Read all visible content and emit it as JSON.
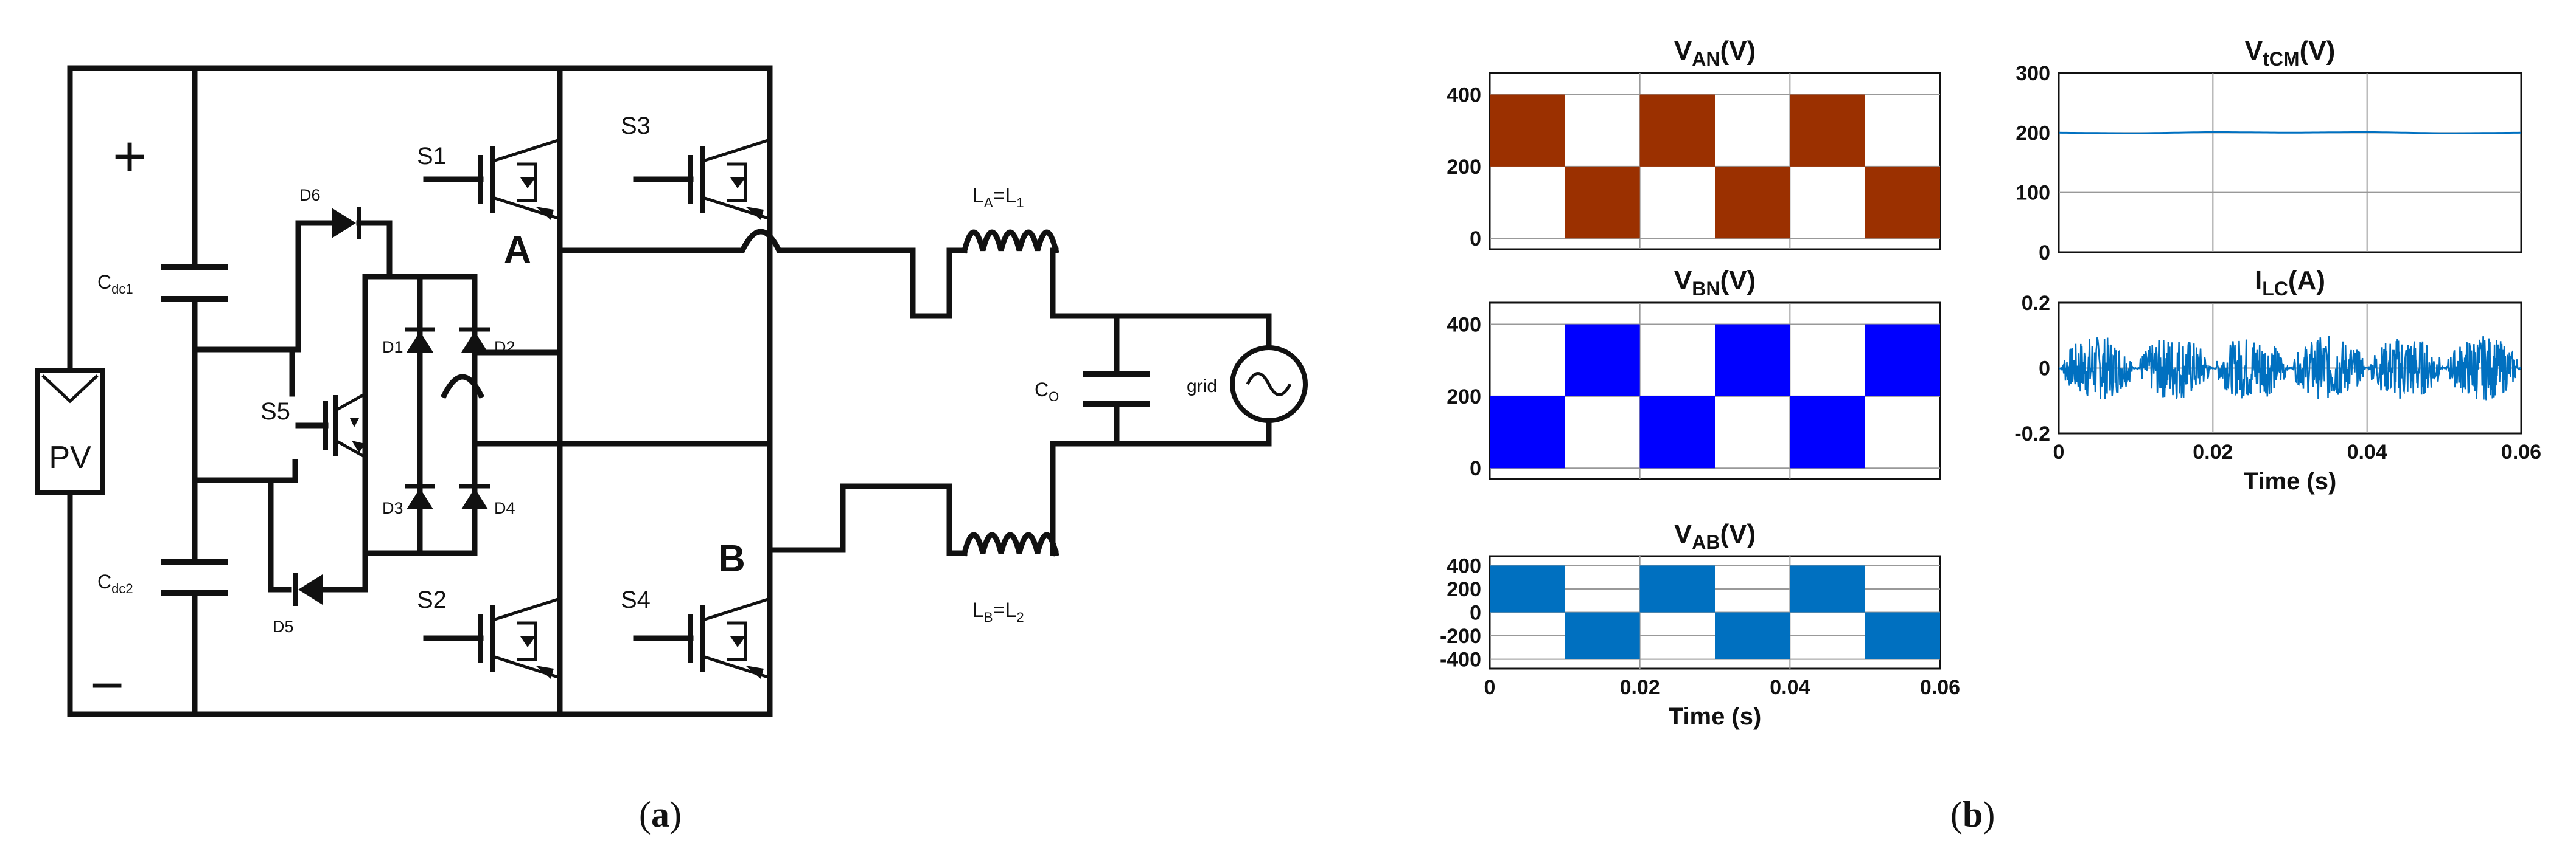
{
  "panels": {
    "a_letter": "a",
    "b_letter": "b"
  },
  "circuit": {
    "switches": [
      "S1",
      "S2",
      "S3",
      "S4",
      "S5"
    ],
    "diodes": [
      "D1",
      "D2",
      "D3",
      "D4",
      "D5",
      "D6"
    ],
    "nodes": {
      "A": "A",
      "B": "B"
    },
    "plus": "+",
    "minus": "−",
    "pv": "PV",
    "cdc1": {
      "main": "C",
      "sub": "dc1"
    },
    "cdc2": {
      "main": "C",
      "sub": "dc2"
    },
    "la": {
      "main": "L",
      "sub": "A",
      "eq": "=L",
      "sub2": "1"
    },
    "lb": {
      "main": "L",
      "sub": "B",
      "eq": "=L",
      "sub2": "2"
    },
    "co": {
      "main": "C",
      "sub": "O"
    },
    "grid": "grid"
  },
  "chart_data": [
    {
      "id": "van",
      "type": "line",
      "title": {
        "main": "V",
        "sub": "AN",
        "unit": "(V)"
      },
      "ylim": [
        -30,
        460
      ],
      "yticks": [
        0,
        200,
        400
      ],
      "xlim": [
        0,
        0.06
      ],
      "x": [
        0,
        0.01,
        0.01,
        0.02,
        0.02,
        0.03,
        0.03,
        0.04,
        0.04,
        0.05,
        0.05,
        0.06
      ],
      "series": [
        {
          "band_min": [
            200,
            200,
            0,
            0,
            200,
            200,
            0,
            0,
            200,
            200,
            0,
            0
          ],
          "band_max": [
            400,
            400,
            200,
            200,
            400,
            400,
            200,
            200,
            400,
            400,
            200,
            200
          ]
        }
      ],
      "color": "#9b3000",
      "grid": true
    },
    {
      "id": "vbn",
      "type": "line",
      "title": {
        "main": "V",
        "sub": "BN",
        "unit": "(V)"
      },
      "ylim": [
        -30,
        460
      ],
      "yticks": [
        0,
        200,
        400
      ],
      "xlim": [
        0,
        0.06
      ],
      "x": [
        0,
        0.01,
        0.01,
        0.02,
        0.02,
        0.03,
        0.03,
        0.04,
        0.04,
        0.05,
        0.05,
        0.06
      ],
      "series": [
        {
          "band_min": [
            0,
            0,
            200,
            200,
            0,
            0,
            200,
            200,
            0,
            0,
            200,
            200
          ],
          "band_max": [
            200,
            200,
            400,
            400,
            200,
            200,
            400,
            400,
            200,
            200,
            400,
            400
          ]
        }
      ],
      "color": "#0000ff",
      "grid": true
    },
    {
      "id": "vab",
      "type": "line",
      "title": {
        "main": "V",
        "sub": "AB",
        "unit": "(V)"
      },
      "ylim": [
        -480,
        480
      ],
      "yticks": [
        -400,
        -200,
        0,
        200,
        400
      ],
      "xlim": [
        0,
        0.06
      ],
      "xticks": [
        0,
        0.02,
        0.04,
        0.06
      ],
      "xlabel": "Time (s)",
      "x": [
        0,
        0.01,
        0.01,
        0.02,
        0.02,
        0.03,
        0.03,
        0.04,
        0.04,
        0.05,
        0.05,
        0.06
      ],
      "series": [
        {
          "band_min": [
            0,
            0,
            -400,
            -400,
            0,
            0,
            -400,
            -400,
            0,
            0,
            -400,
            -400
          ],
          "band_max": [
            400,
            400,
            0,
            0,
            400,
            400,
            0,
            0,
            400,
            400,
            0,
            0
          ]
        }
      ],
      "color": "#0070c0",
      "grid": true
    },
    {
      "id": "vtcm",
      "type": "line",
      "title": {
        "main": "V",
        "sub": "tCM",
        "unit": "(V)"
      },
      "ylim": [
        0,
        300
      ],
      "yticks": [
        0,
        100,
        200,
        300
      ],
      "xlim": [
        0,
        0.06
      ],
      "x": [
        0,
        0.01,
        0.02,
        0.03,
        0.04,
        0.05,
        0.06
      ],
      "series": [
        {
          "values": [
            200,
            199,
            201,
            200,
            201,
            199,
            200
          ]
        }
      ],
      "color": "#0070c0",
      "grid": true
    },
    {
      "id": "ilc",
      "type": "line",
      "title": {
        "main": "I",
        "sub": "LC",
        "unit": "(A)"
      },
      "ylim": [
        -0.2,
        0.2
      ],
      "yticks": [
        -0.2,
        0,
        0.2
      ],
      "xlim": [
        0,
        0.06
      ],
      "xticks": [
        0,
        0.02,
        0.04,
        0.06
      ],
      "xlabel": "Time (s)",
      "series": [
        {
          "noise_amplitude": 0.1,
          "bursts_per_cycle": 2,
          "fundamental_period": 0.02,
          "mean": 0
        }
      ],
      "color": "#0070c0",
      "grid": true
    }
  ]
}
